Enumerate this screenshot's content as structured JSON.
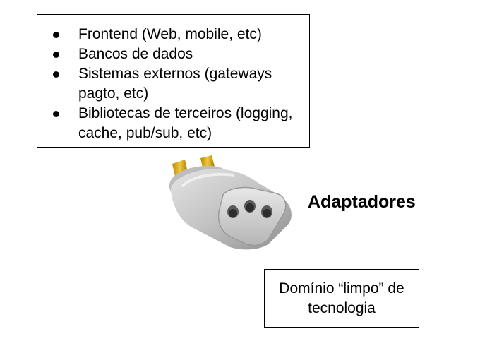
{
  "list_box": {
    "items": [
      "Frontend (Web, mobile, etc)",
      "Bancos de dados",
      "Sistemas externos (gateways pagto, etc)",
      "Bibliotecas de terceiros (logging, cache, pub/sub, etc)"
    ]
  },
  "title": "Adaptadores",
  "domain_box": {
    "text": "Domínio “limpo” de tecnologia"
  },
  "image": {
    "icon": "plug-adapter-icon"
  }
}
